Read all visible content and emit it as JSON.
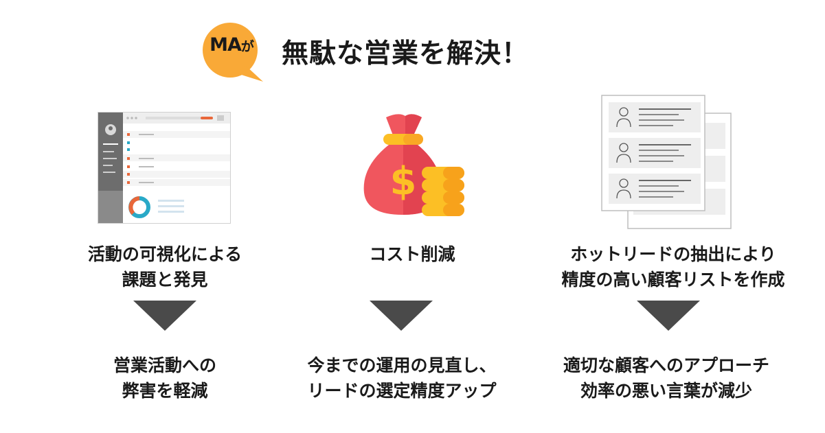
{
  "badge": {
    "main": "MA",
    "suffix": "が"
  },
  "headline": "無駄な営業を解決！",
  "columns": [
    {
      "icon": "dashboard-screen-icon",
      "title_lines": [
        "活動の可視化による",
        "課題と発見"
      ],
      "result_lines": [
        "営業活動への",
        "弊害を軽減"
      ]
    },
    {
      "icon": "money-bag-icon",
      "title_lines": [
        "コスト削減"
      ],
      "result_lines": [
        "今までの運用の見直し、",
        "リードの選定精度アップ"
      ]
    },
    {
      "icon": "customer-list-icon",
      "title_lines": [
        "ホットリードの抽出により",
        "精度の高い顧客リストを作成"
      ],
      "result_lines": [
        "適切な顧客へのアプローチ",
        "効率の悪い言葉が減少"
      ]
    }
  ],
  "colors": {
    "bubble": "#f9a937",
    "arrow": "#4a4a4a",
    "bag": "#f0565e",
    "coin": "#fcbf25"
  }
}
